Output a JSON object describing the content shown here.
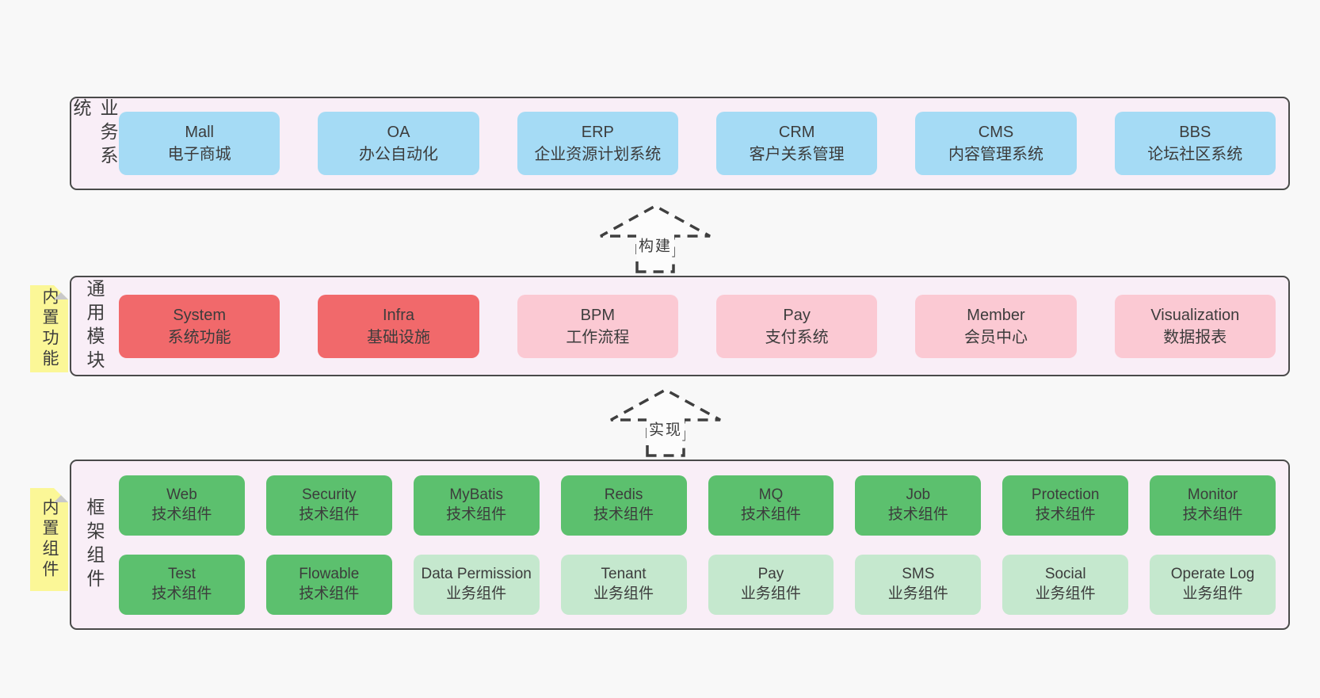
{
  "colors": {
    "page_bg": "#f8f8f8",
    "frame_bg": "#f9eef7",
    "frame_border": "#4a4a4a",
    "blue": "#a5dbf5",
    "red": "#f1696b",
    "pink": "#fbc9d3",
    "green": "#5cc06e",
    "light_green": "#c5e8ce",
    "sticky_yellow": "#fbf797",
    "sticky_fold": "#c9c9c9",
    "text": "#3c3c3c"
  },
  "business": {
    "label": "业务系统",
    "boxes": [
      {
        "en": "Mall",
        "zh": "电子商城"
      },
      {
        "en": "OA",
        "zh": "办公自动化"
      },
      {
        "en": "ERP",
        "zh": "企业资源计划系统"
      },
      {
        "en": "CRM",
        "zh": "客户关系管理"
      },
      {
        "en": "CMS",
        "zh": "内容管理系统"
      },
      {
        "en": "BBS",
        "zh": "论坛社区系统"
      }
    ]
  },
  "arrows": {
    "build": "构建",
    "implement": "实现"
  },
  "modules": {
    "label": "通用模块",
    "sticky": "内置功能",
    "boxes": [
      {
        "en": "System",
        "zh": "系统功能"
      },
      {
        "en": "Infra",
        "zh": "基础设施"
      },
      {
        "en": "BPM",
        "zh": "工作流程"
      },
      {
        "en": "Pay",
        "zh": "支付系统"
      },
      {
        "en": "Member",
        "zh": "会员中心"
      },
      {
        "en": "Visualization",
        "zh": "数据报表"
      }
    ]
  },
  "components": {
    "label": "框架组件",
    "sticky": "内置组件",
    "row1": [
      {
        "en": "Web",
        "zh": "技术组件"
      },
      {
        "en": "Security",
        "zh": "技术组件"
      },
      {
        "en": "MyBatis",
        "zh": "技术组件"
      },
      {
        "en": "Redis",
        "zh": "技术组件"
      },
      {
        "en": "MQ",
        "zh": "技术组件"
      },
      {
        "en": "Job",
        "zh": "技术组件"
      },
      {
        "en": "Protection",
        "zh": "技术组件"
      },
      {
        "en": "Monitor",
        "zh": "技术组件"
      }
    ],
    "row2": [
      {
        "en": "Test",
        "zh": "技术组件"
      },
      {
        "en": "Flowable",
        "zh": "技术组件"
      },
      {
        "en": "Data Permission",
        "zh": "业务组件"
      },
      {
        "en": "Tenant",
        "zh": "业务组件"
      },
      {
        "en": "Pay",
        "zh": "业务组件"
      },
      {
        "en": "SMS",
        "zh": "业务组件"
      },
      {
        "en": "Social",
        "zh": "业务组件"
      },
      {
        "en": "Operate Log",
        "zh": "业务组件"
      }
    ]
  }
}
